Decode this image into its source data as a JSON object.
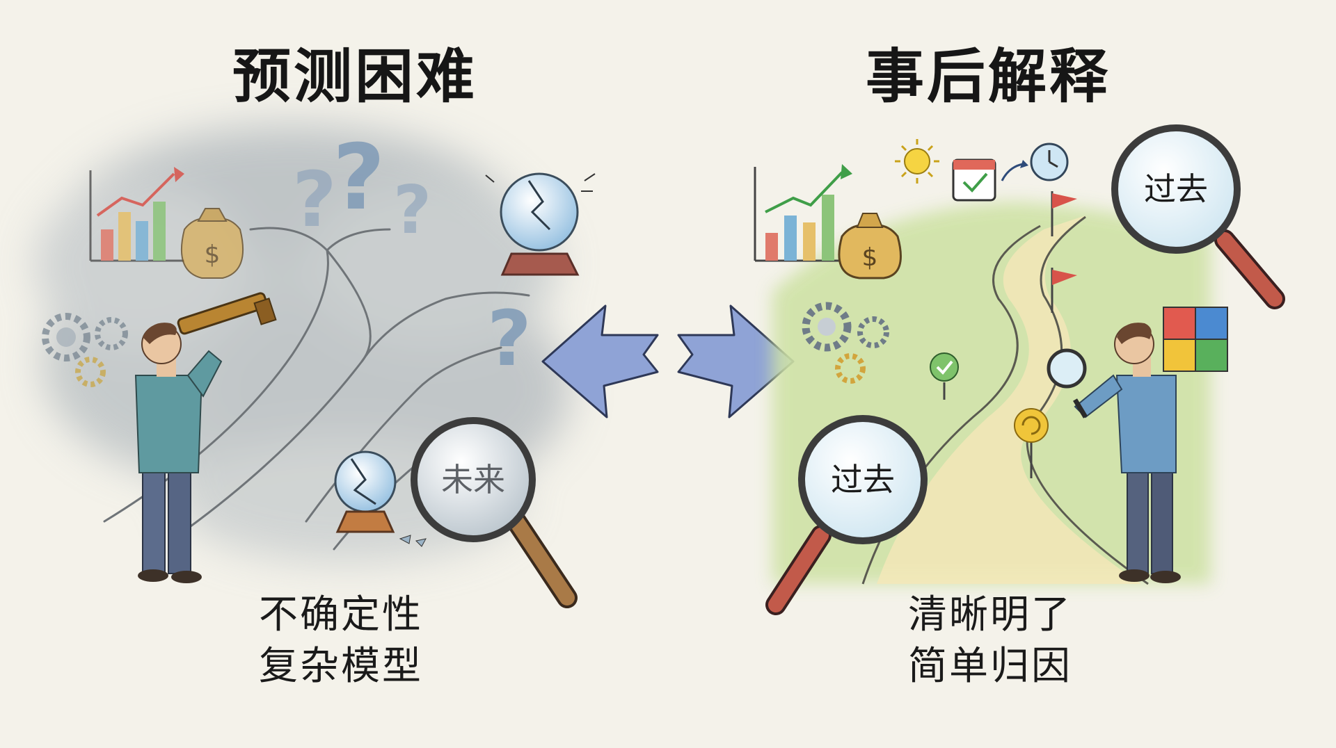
{
  "left": {
    "title": "预测困难",
    "magnifier_label": "未来",
    "captions": [
      "不确定性",
      "复杂模型"
    ]
  },
  "right": {
    "title": "事后解释",
    "magnifier_top_label": "过去",
    "magnifier_bottom_label": "过去",
    "captions": [
      "清晰明了",
      "简单归因"
    ]
  },
  "colors": {
    "background": "#f4f2ea",
    "fog": "#aeb6bb",
    "arrow": "#8fa3d6",
    "grass": "#cfe2a6",
    "path": "#f3e7b8"
  },
  "icons": [
    "bar-chart-icon",
    "money-bag-icon",
    "gears-icon",
    "question-mark-icon",
    "cracked-crystal-ball-icon",
    "magnifying-glass-icon",
    "telescope-icon",
    "sun-icon",
    "calendar-icon",
    "clock-icon",
    "flag-icon",
    "check-marker-icon",
    "puzzle-icon"
  ]
}
